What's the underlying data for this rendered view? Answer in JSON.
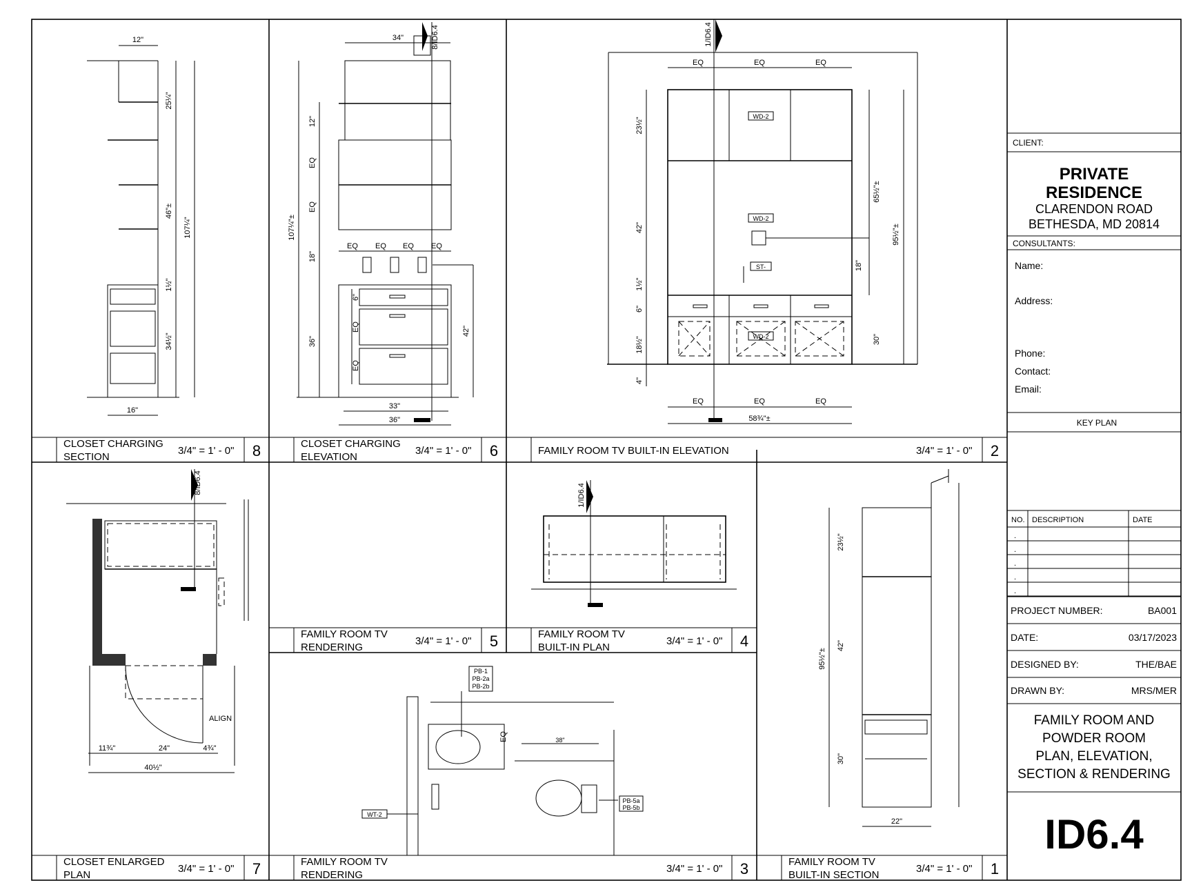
{
  "client_label": "CLIENT:",
  "project": {
    "line1": "PRIVATE",
    "line2": "RESIDENCE",
    "line3": "CLARENDON ROAD",
    "line4": "BETHESDA, MD 20814"
  },
  "consultants_label": "CONSULTANTS:",
  "consultant_fields": [
    "Name:",
    "Address:",
    "Phone:",
    "Contact:",
    "Email:"
  ],
  "key_plan_label": "KEY PLAN",
  "revisions": {
    "headers": [
      "NO.",
      "DESCRIPTION",
      "DATE"
    ],
    "rows": [
      ".",
      ".",
      ".",
      ".",
      "."
    ]
  },
  "info": [
    {
      "label": "PROJECT NUMBER:",
      "value": "BA001"
    },
    {
      "label": "DATE:",
      "value": "03/17/2023"
    },
    {
      "label": "DESIGNED BY:",
      "value": "THE/BAE"
    },
    {
      "label": "DRAWN BY:",
      "value": "MRS/MER"
    }
  ],
  "sheet_title": [
    "FAMILY ROOM AND",
    "POWDER ROOM",
    "PLAN,  ELEVATION,",
    "SECTION & RENDERING"
  ],
  "sheet_number": "ID6.4",
  "views": {
    "v8": {
      "title1": "CLOSET CHARGING",
      "title2": "SECTION",
      "scale": "3/4\" = 1' - 0\"",
      "num": "8"
    },
    "v6": {
      "title1": "CLOSET CHARGING",
      "title2": "ELEVATION",
      "scale": "3/4\" = 1' - 0\"",
      "num": "6"
    },
    "v2": {
      "title1": "FAMILY ROOM TV BUILT-IN ELEVATION",
      "scale": "3/4\" = 1' - 0\"",
      "num": "2"
    },
    "v7": {
      "title1": "CLOSET ENLARGED",
      "title2": "PLAN",
      "scale": "3/4\" = 1' - 0\"",
      "num": "7"
    },
    "v5": {
      "title1": "FAMILY ROOM TV",
      "title2": "RENDERING",
      "scale": "3/4\" = 1' - 0\"",
      "num": "5"
    },
    "v4": {
      "title1": "FAMILY ROOM TV",
      "title2": "BUILT-IN PLAN",
      "scale": "3/4\" = 1' - 0\"",
      "num": "4"
    },
    "v3": {
      "title1": "FAMILY ROOM TV",
      "title2": "RENDERING",
      "scale": "3/4\" = 1' - 0\"",
      "num": "3"
    },
    "v1": {
      "title1": "FAMILY ROOM TV",
      "title2": "BUILT-IN SECTION",
      "scale": "3/4\" = 1' - 0\"",
      "num": "1"
    }
  },
  "dims": {
    "v8": {
      "top": "12\"",
      "d1": "25¼\"",
      "d2": "46\"±",
      "d3": "107¼\"",
      "d4": "1½\"",
      "d5": "34½\"",
      "bottom": "16\""
    },
    "v6": {
      "top": "34\"",
      "callout": "8/ID6.4",
      "d12": "12\"",
      "eq": "EQ",
      "d18": "18\"",
      "d36": "36\"",
      "d107": "107¼\"±",
      "d6": "6\"",
      "d42": "42\"",
      "d33": "33\"",
      "d36b": "36\""
    },
    "v2": {
      "callout": "1/ID6.4",
      "eq": "EQ",
      "d23": "23½\"",
      "d42": "42\"",
      "d1": "1½\"",
      "d6": "6\"",
      "d18": "18½\"",
      "d4": "4\"",
      "d65": "65½\"±",
      "d18r": "18\"",
      "d95": "95½\"±",
      "d30": "30\"",
      "width": "58¾\"±",
      "tag_wd1": "WD-2",
      "tag_wd2": "WD-2",
      "tag_st": "ST-",
      "tag_wd3": "WD-2"
    },
    "v7": {
      "callout": "8/ID6.4",
      "align": "ALIGN",
      "a": "11¾\"",
      "b": "24\"",
      "c": "4¾\"",
      "total": "40½\""
    },
    "v4": {
      "callout": "1/ID6.4"
    },
    "v3": {
      "pb1": "PB-1",
      "pb2": "PB-2a",
      "pb3": "PB-2b",
      "eq": "EQ",
      "d38": "38\"",
      "wt": "WT-2",
      "pb5a": "PB-5a",
      "pb5b": "PB-5b"
    },
    "v1": {
      "d23": "23½\"",
      "d42": "42\"",
      "d95": "95½\"±",
      "d30": "30\"",
      "d22": "22\""
    }
  }
}
